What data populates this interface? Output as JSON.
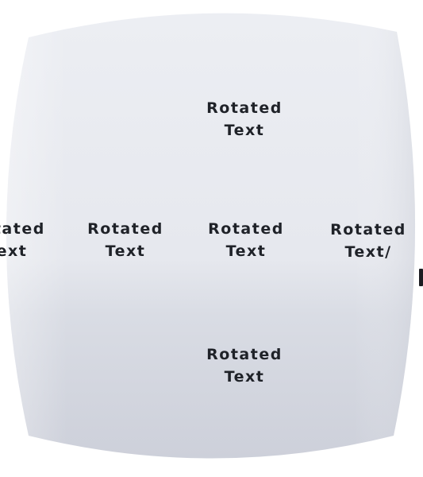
{
  "labels": {
    "top": {
      "line1": "Rotated",
      "line2": "Text"
    },
    "left_edge": {
      "line1": "Rotated",
      "line2": "Text"
    },
    "left": {
      "line1": "Rotated",
      "line2": "Text"
    },
    "center": {
      "line1": "Rotated",
      "line2": "Text"
    },
    "right": {
      "line1": "Rotated",
      "line2": "Text/"
    },
    "bottom": {
      "line1": "Rotated",
      "line2": "Text"
    }
  },
  "colors": {
    "panel_top": "#e9ebf1",
    "panel_bottom": "#cfd2dc",
    "text": "#1f2228",
    "background": "#ffffff"
  }
}
